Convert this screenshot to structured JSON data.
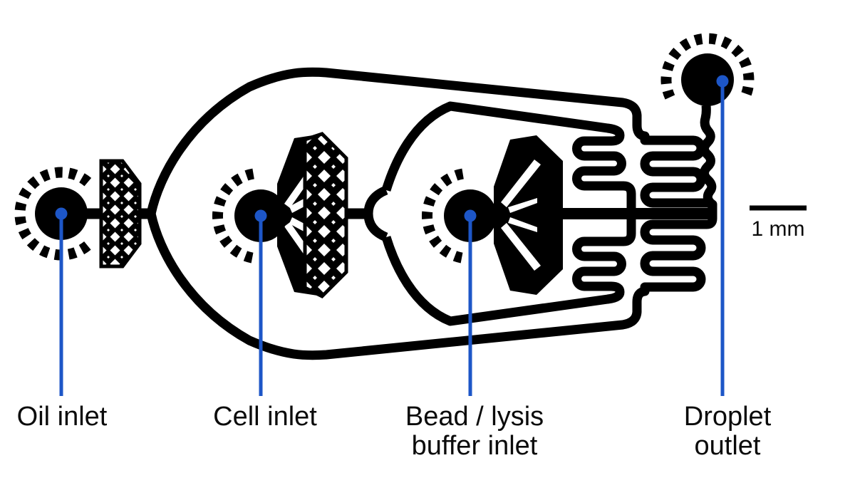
{
  "labels": {
    "oil": "Oil inlet",
    "cell": "Cell inlet",
    "bead_line1": "Bead / lysis",
    "bead_line2": "buffer inlet",
    "droplet_line1": "Droplet",
    "droplet_line2": "outlet"
  },
  "scale_bar": {
    "label": "1 mm"
  },
  "colors": {
    "ink": "#000000",
    "leader_blue": "#1d56c7",
    "background": "#ffffff"
  }
}
